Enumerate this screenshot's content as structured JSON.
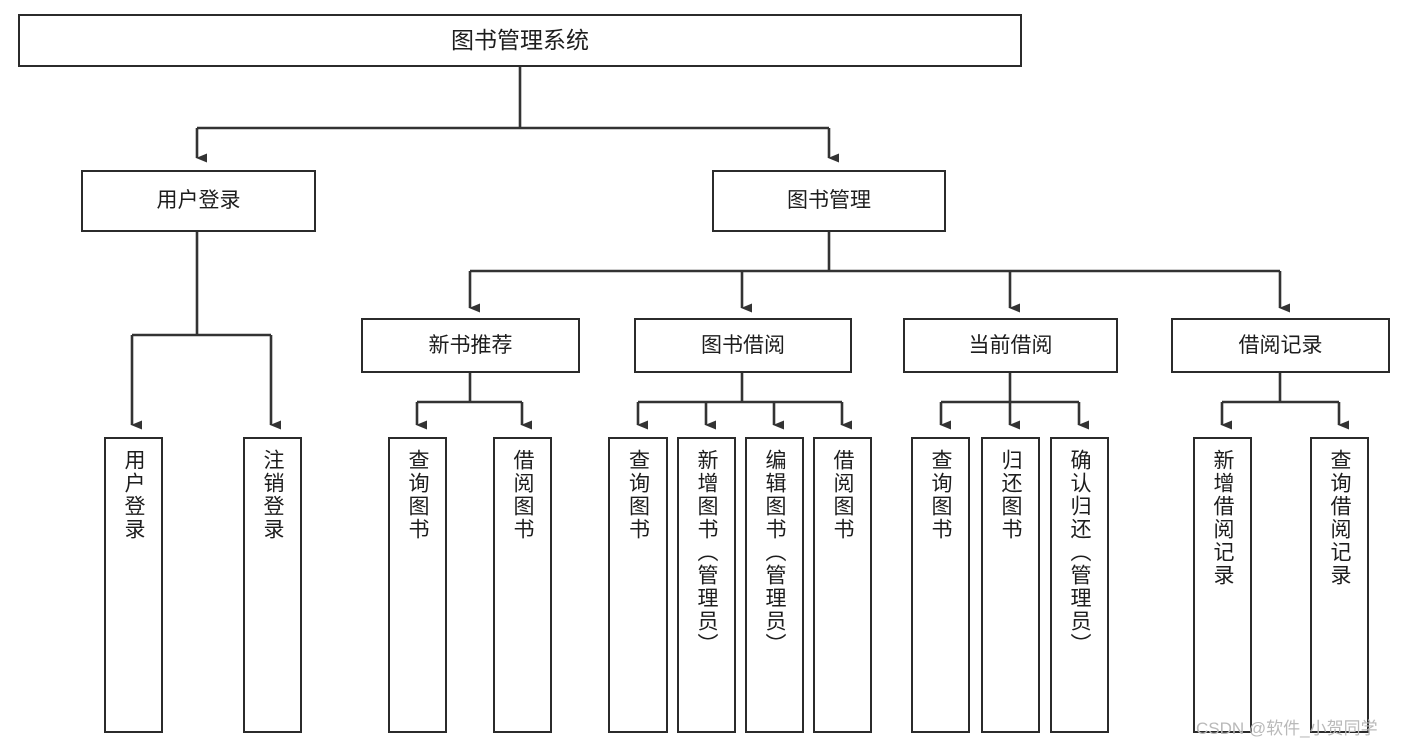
{
  "diagram": {
    "title": "图书管理系统",
    "type": "功能结构图",
    "watermark": "CSDN @软件_小贺同学",
    "colors": {
      "box_border": "#2b2b2b",
      "box_fill": "#ffffff",
      "connector": "#333333",
      "text": "#1d1d1d",
      "watermark": "#b9b9b9"
    },
    "nodes": {
      "root": {
        "label": "图书管理系统"
      },
      "level2": [
        {
          "label": "用户登录"
        },
        {
          "label": "图书管理"
        }
      ],
      "level3": [
        {
          "label": "新书推荐"
        },
        {
          "label": "图书借阅"
        },
        {
          "label": "当前借阅"
        },
        {
          "label": "借阅记录"
        }
      ],
      "leaves": {
        "user_login": [
          {
            "label": "用户登录"
          },
          {
            "label": "注销登录"
          }
        ],
        "new_book_recommend": [
          {
            "label": "查询图书"
          },
          {
            "label": "借阅图书"
          }
        ],
        "book_borrow": [
          {
            "label": "查询图书"
          },
          {
            "label": "新增图书（管理员）"
          },
          {
            "label": "编辑图书（管理员）"
          },
          {
            "label": "借阅图书"
          }
        ],
        "current_borrow": [
          {
            "label": "查询图书"
          },
          {
            "label": "归还图书"
          },
          {
            "label": "确认归还（管理员）"
          }
        ],
        "borrow_record": [
          {
            "label": "新增借阅记录"
          },
          {
            "label": "查询借阅记录"
          }
        ]
      }
    }
  }
}
